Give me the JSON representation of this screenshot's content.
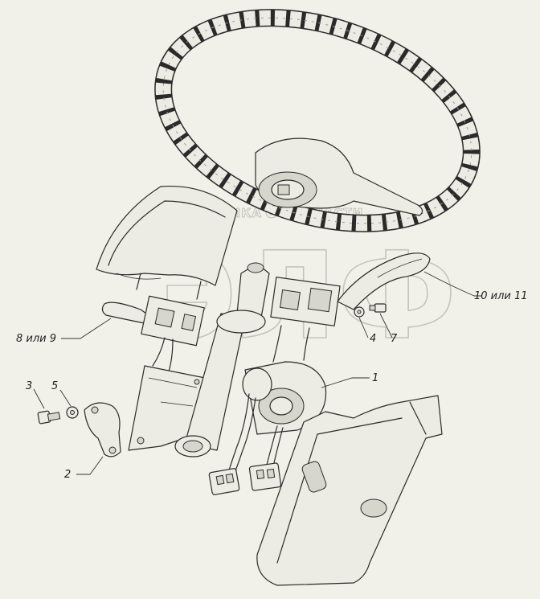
{
  "watermark": {
    "brand_left": "ТЕХНИКА",
    "brand_right": "ЗАПЧАСТИ",
    "big_letters": "ЭЛФ"
  },
  "callouts": [
    {
      "id": "label-1",
      "text": "1"
    },
    {
      "id": "label-2",
      "text": "2"
    },
    {
      "id": "label-3",
      "text": "3"
    },
    {
      "id": "label-4",
      "text": "4"
    },
    {
      "id": "label-5",
      "text": "5"
    },
    {
      "id": "label-7",
      "text": "7"
    },
    {
      "id": "label-8-9",
      "text": "8 или 9"
    },
    {
      "id": "label-10-11",
      "text": "10 или 11"
    }
  ]
}
